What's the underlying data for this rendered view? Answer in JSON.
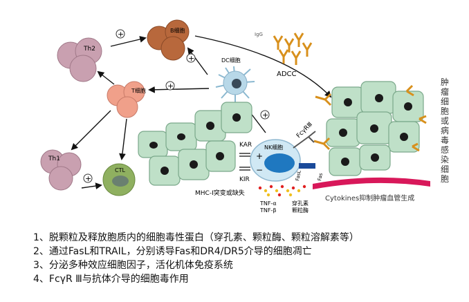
{
  "labels": {
    "th2": "Th2",
    "b_cell": "B细胞",
    "t_cell": "T细胞",
    "dc_cell": "DC细胞",
    "th1": "Th1",
    "ctl": "CTL",
    "nk_cell": "NK细胞",
    "kar": "KAR",
    "kir": "KIR",
    "mhc": "MHC-Ⅰ突变或缺失",
    "igg": "IgG",
    "adcc": "ADCC",
    "fcgr3": "FcγRⅢ",
    "fasl": "FasL",
    "fas": "Fas",
    "tnf_a": "TNF-α",
    "tnf_b": "TNF-β",
    "perforin": "穿孔素",
    "granzyme": "颗粒酶",
    "cytokines": "Cytokines抑制肿瘤血管生成",
    "tumor_vertical": "肿瘤细胞或病毒感染细胞",
    "plus": "+",
    "minus": "−"
  },
  "notes": [
    "1、脱颗粒及释放胞质内的细胞毒性蛋白（穿孔素、颗粒酶、颗粒溶解素等）",
    "2、通过FasL和TRAIL，分别诱导Fas和DR4/DR5介导的细胞凋亡",
    "3、分泌多种效应细胞因子，活化机体免疫系统",
    "4、FcγR Ⅲ与抗体介导的细胞毒作用"
  ],
  "colors": {
    "th_purple": "#c9a0b0",
    "t_salmon": "#f0a08a",
    "b_brown": "#b8683c",
    "dc_blue": "#b8d8e8",
    "ctl_green": "#8fb060",
    "tumor_green": "#bfe0c8",
    "nk_blue": "#d0e8f4",
    "antibody": "#d8901c",
    "bar_red": "#d8185a",
    "bar_blue": "#1a4a9a"
  }
}
